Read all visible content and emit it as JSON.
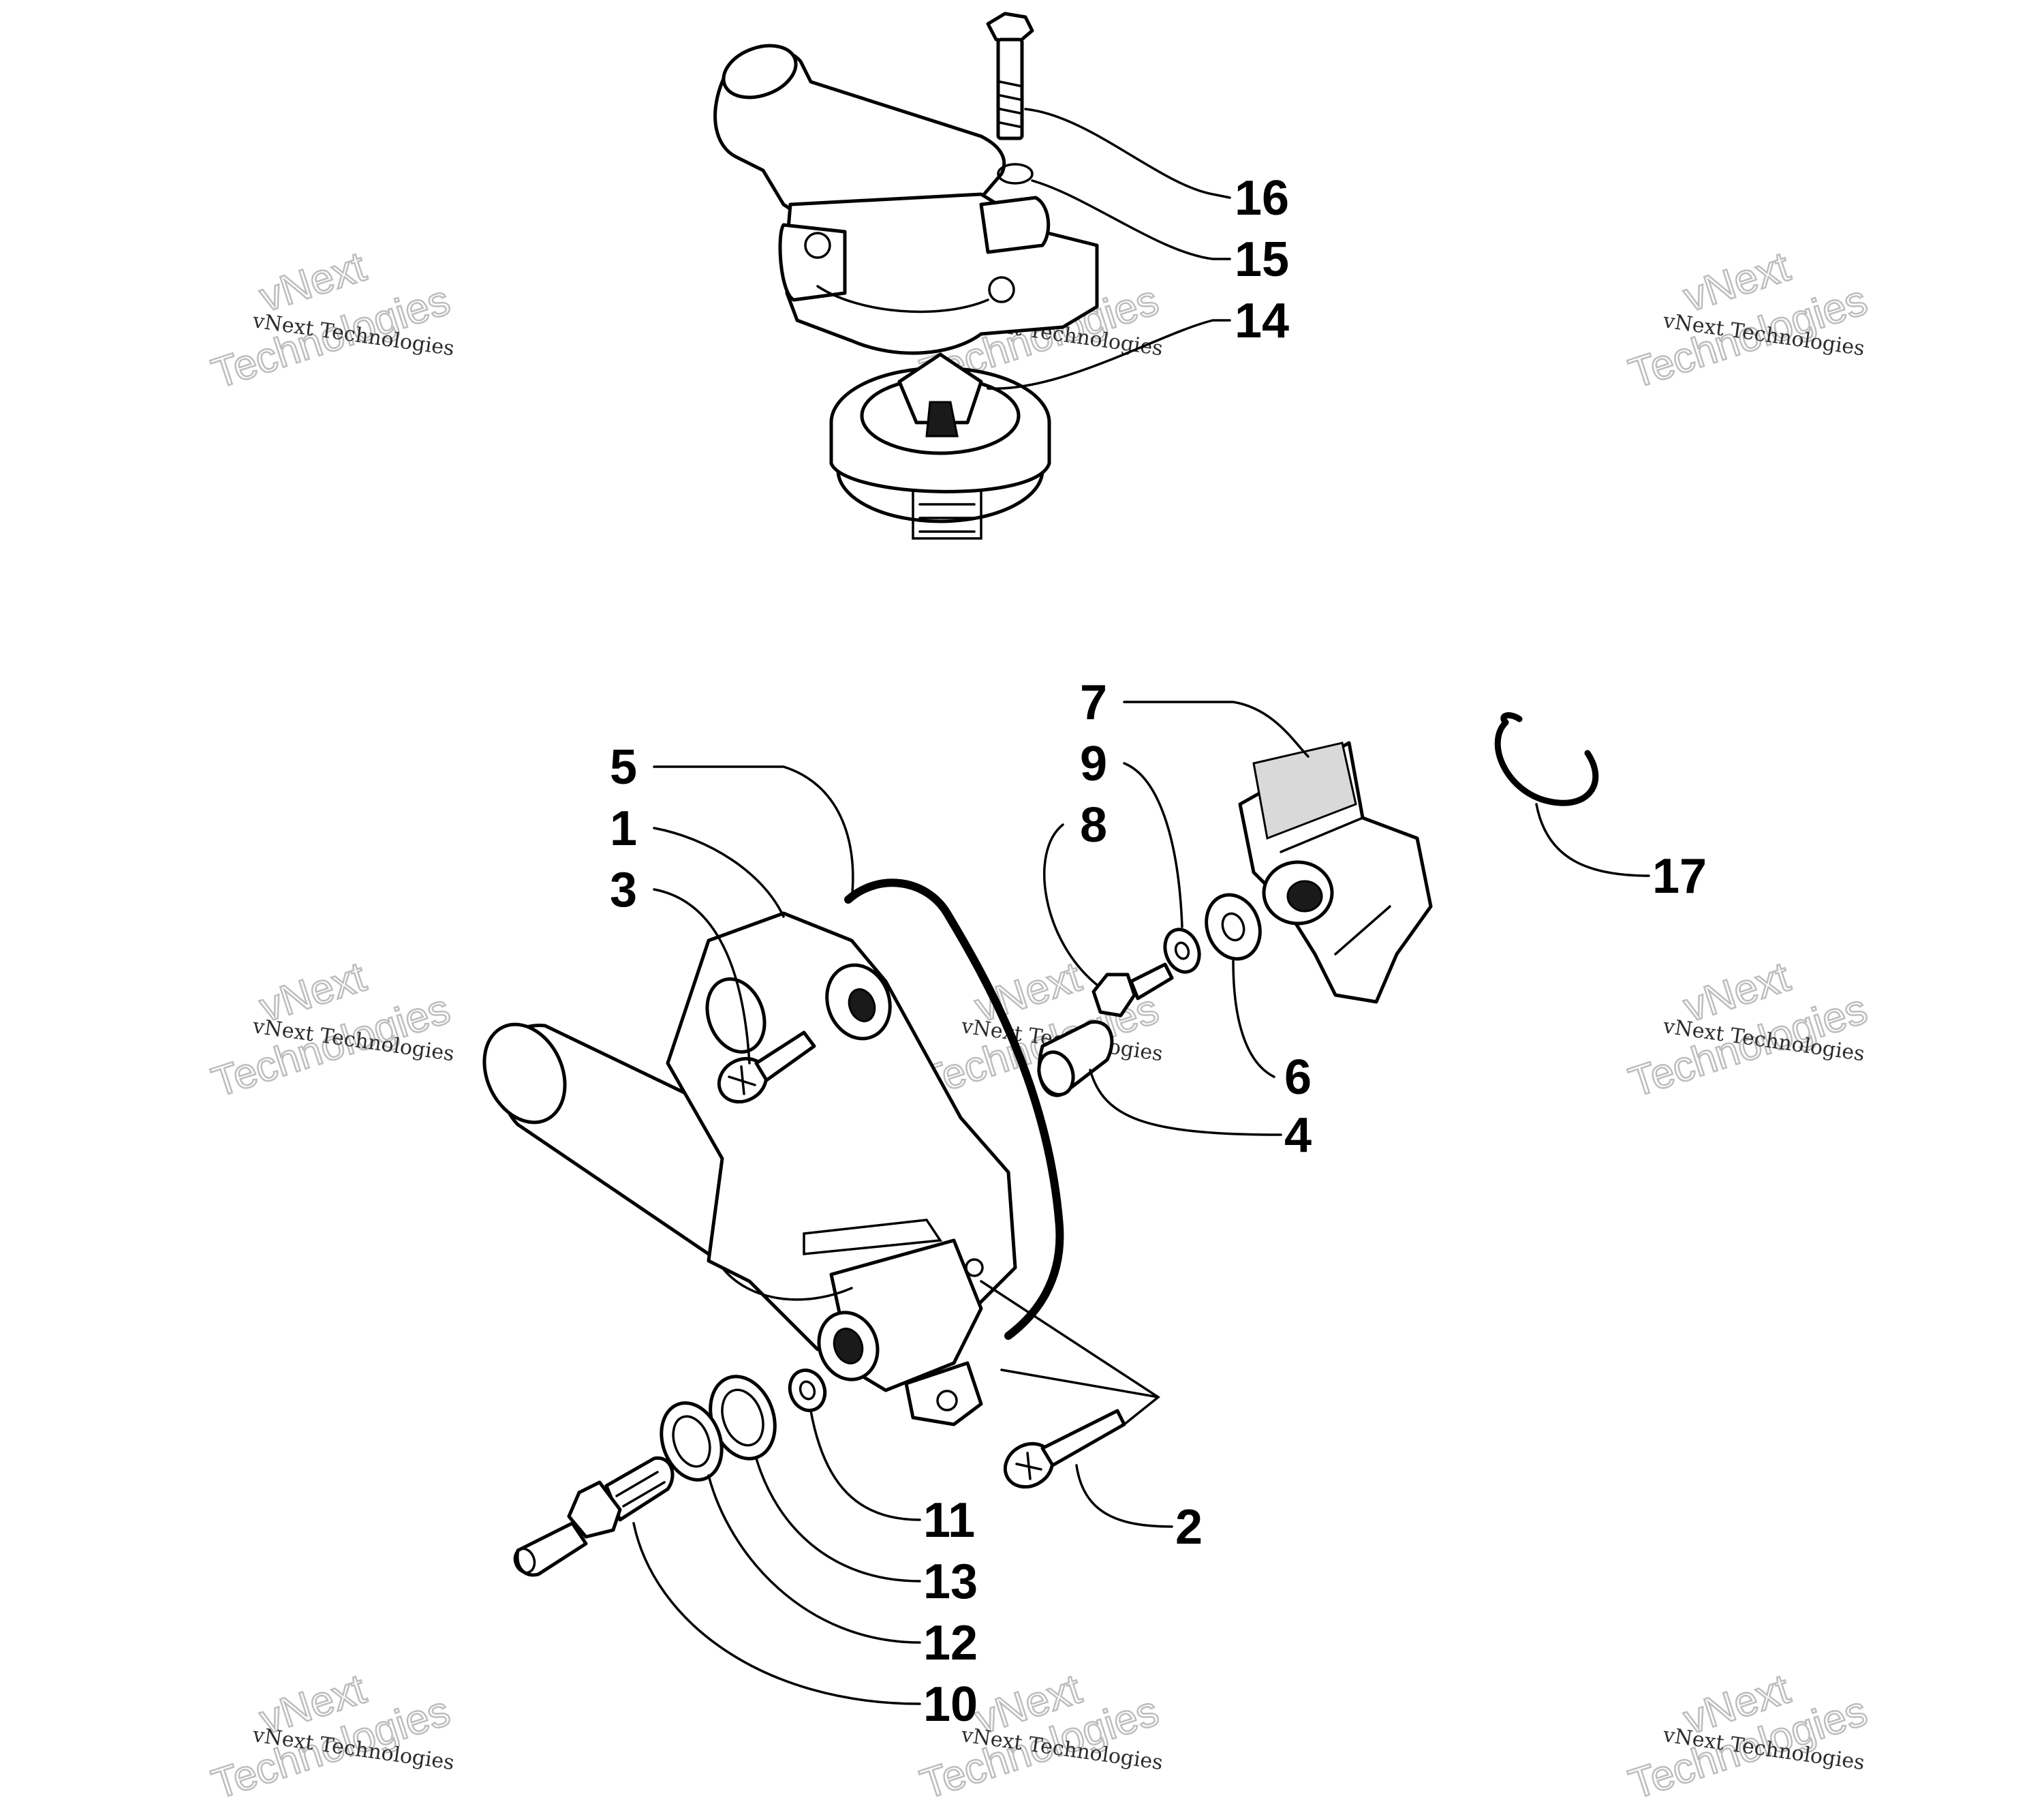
{
  "callouts": [
    {
      "id": "1",
      "label": "1"
    },
    {
      "id": "2",
      "label": "2"
    },
    {
      "id": "3",
      "label": "3"
    },
    {
      "id": "4",
      "label": "4"
    },
    {
      "id": "5",
      "label": "5"
    },
    {
      "id": "6",
      "label": "6"
    },
    {
      "id": "7",
      "label": "7"
    },
    {
      "id": "8",
      "label": "8"
    },
    {
      "id": "9",
      "label": "9"
    },
    {
      "id": "10",
      "label": "10"
    },
    {
      "id": "11",
      "label": "11"
    },
    {
      "id": "12",
      "label": "12"
    },
    {
      "id": "13",
      "label": "13"
    },
    {
      "id": "14",
      "label": "14"
    },
    {
      "id": "15",
      "label": "15"
    },
    {
      "id": "16",
      "label": "16"
    },
    {
      "id": "17",
      "label": "17"
    }
  ],
  "watermark": {
    "line1": "vNext Technologies",
    "line2": "vNext",
    "line3": "Technologies"
  }
}
